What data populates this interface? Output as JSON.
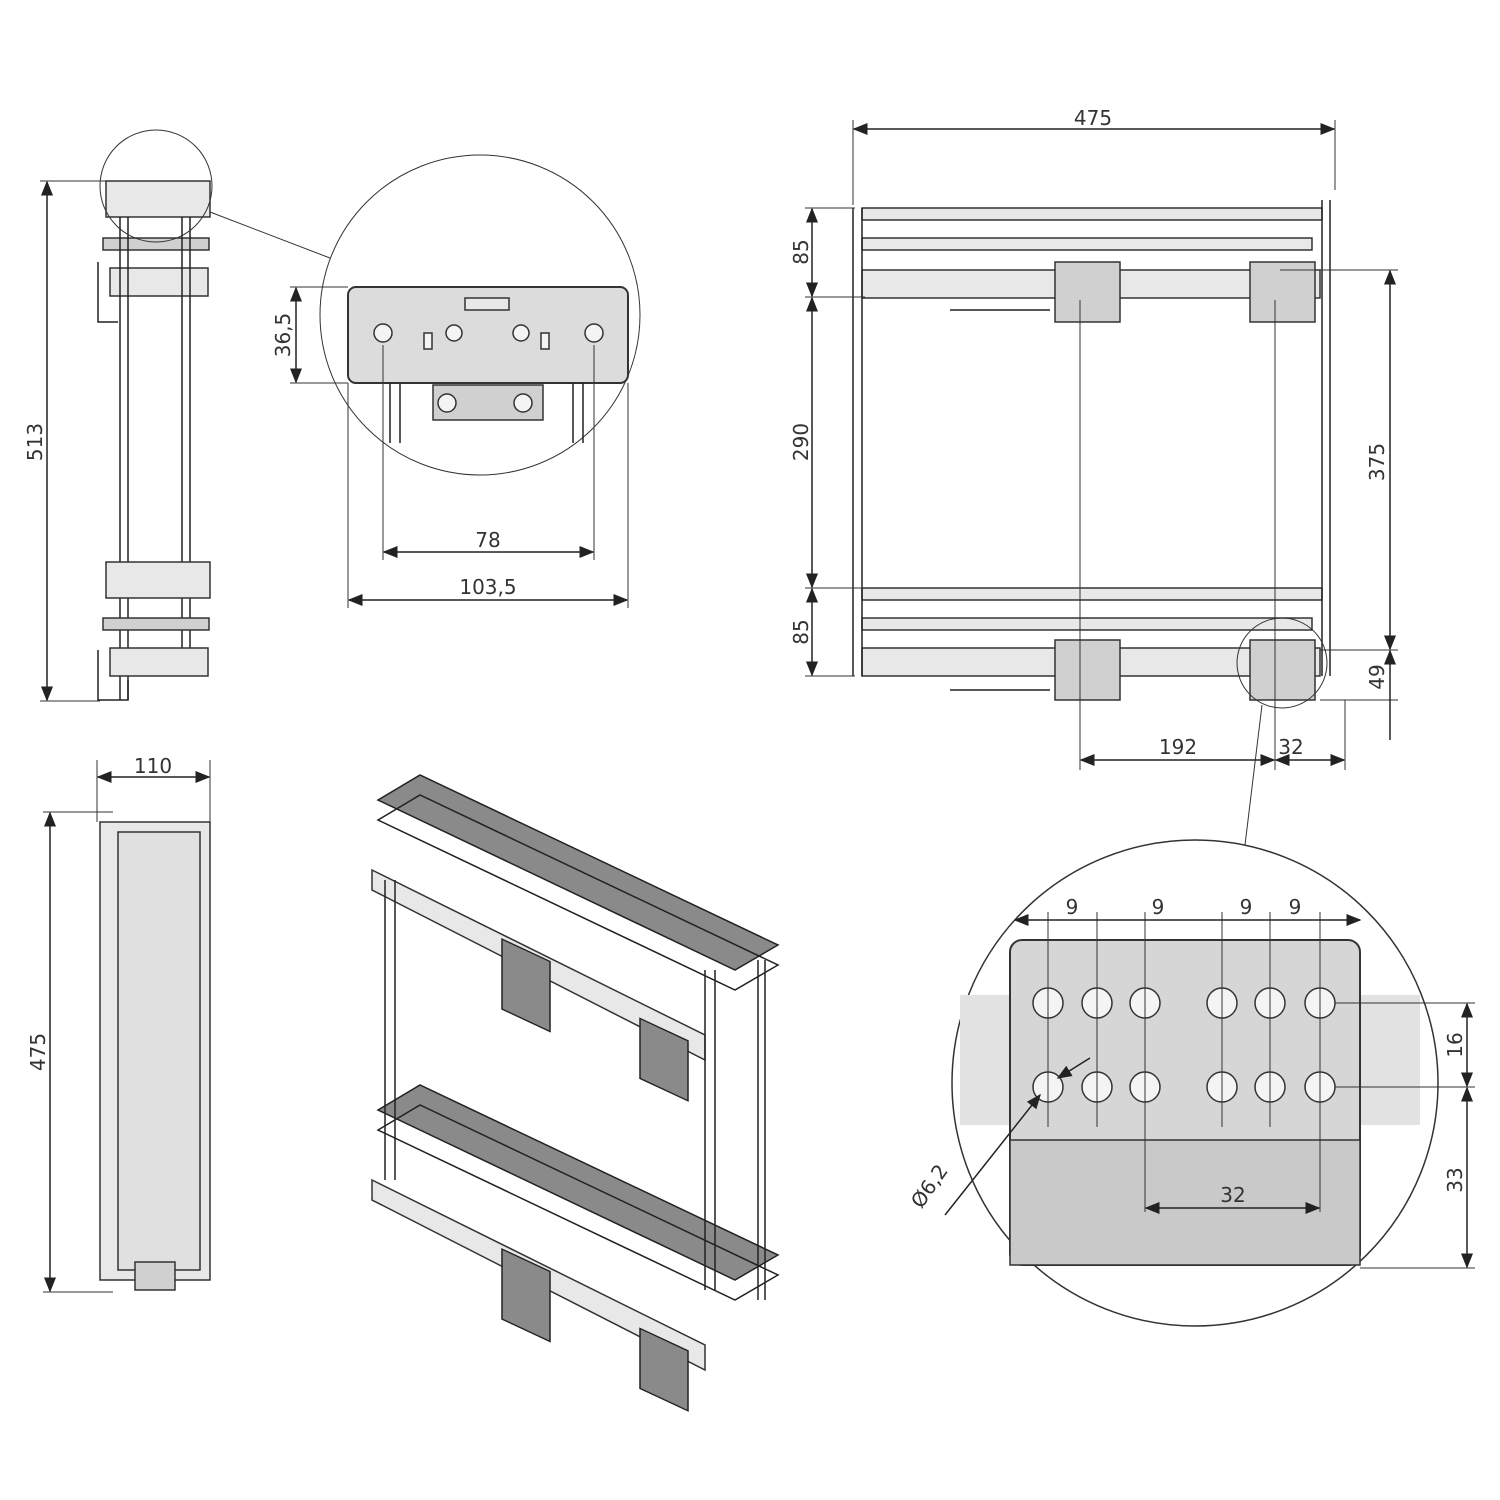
{
  "front_view": {
    "height_label": "513"
  },
  "plate_detail": {
    "plate_height_label": "36,5",
    "hole_spacing_label": "78",
    "plate_width_label": "103,5"
  },
  "side_top_view": {
    "overall_depth_label": "475",
    "upper_tray_label": "85",
    "middle_gap_label": "290",
    "lower_tray_label": "85",
    "bracket_span_label": "375",
    "bottom_offset_label": "49",
    "bracket_offset_label": "192",
    "bracket_end_label": "32"
  },
  "side_view": {
    "width_label": "110",
    "depth_label": "475"
  },
  "bracket_detail": {
    "hole_pitch_labels": [
      "9",
      "9",
      "9",
      "9"
    ],
    "row_spacing_label": "16",
    "bottom_offset_label": "33",
    "group_spacing_label": "32",
    "hole_diameter_label": "Ø6,2"
  }
}
